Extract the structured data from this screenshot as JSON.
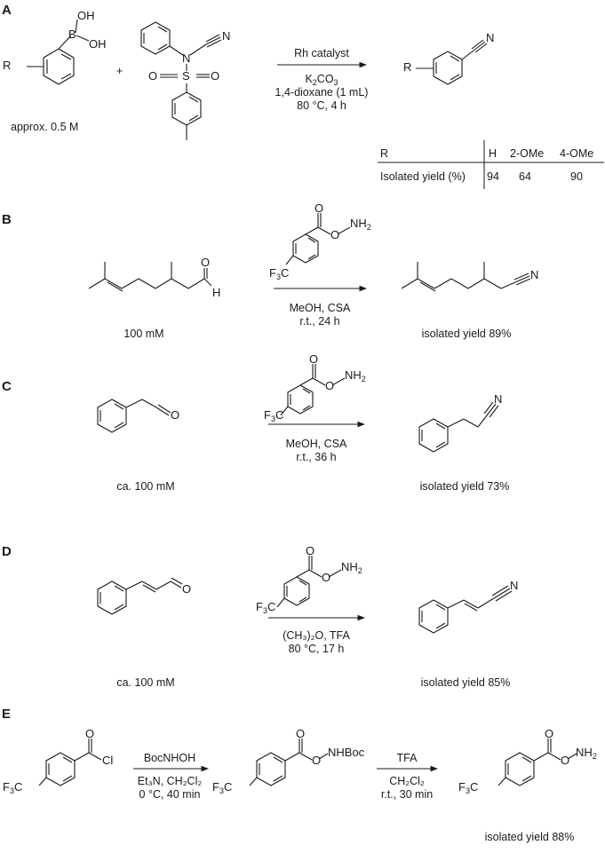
{
  "panels": {
    "A": {
      "letter": "A",
      "reagent_label": "approx. 0.5 M",
      "plus": "+",
      "conditions": {
        "catalyst": "Rh catalyst",
        "base_main": "K",
        "base_sub2": "2",
        "base_end": "CO",
        "base_sub3": "3",
        "solvent": "1,4-dioxane (1 mL)",
        "temp_time": "80 °C, 4 h"
      },
      "table": {
        "header": [
          "R",
          "H",
          "2-OMe",
          "4-OMe"
        ],
        "row_label": "Isolated yield (%)",
        "values": [
          "94",
          "64",
          "90"
        ]
      }
    },
    "B": {
      "letter": "B",
      "substrate_label": "100 mM",
      "conditions": {
        "line1": "MeOH, CSA",
        "line2": "r.t., 24 h"
      },
      "product_label": "isolated yield 89%"
    },
    "C": {
      "letter": "C",
      "substrate_label": "ca. 100 mM",
      "conditions": {
        "line1": "MeOH, CSA",
        "line2": "r.t., 36 h"
      },
      "product_label": "isolated yield 73%"
    },
    "D": {
      "letter": "D",
      "substrate_label": "ca. 100 mM",
      "conditions": {
        "line1": "(CH₃)₂O, TFA",
        "line2": "80 °C, 17 h"
      },
      "product_label": "isolated yield 85%"
    },
    "E": {
      "letter": "E",
      "step1": {
        "above": "BocNHOH",
        "line1": "Et₃N, CH₂Cl₂",
        "line2": "0 °C, 40 min"
      },
      "step2": {
        "above": "TFA",
        "line1": "CH₂Cl₂",
        "line2": "r.t., 30 min"
      },
      "product_label": "isolated yield 88%"
    }
  },
  "atoms": {
    "boron": "B",
    "oh": "OH",
    "n": "N",
    "s": "S",
    "o": "O",
    "r": "R",
    "h": "H",
    "cl": "Cl",
    "nh2_main": "NH",
    "nh2_sub": "2",
    "nhboc": "NHBoc",
    "f3c_main": "F",
    "f3c_sub": "3",
    "f3c_end": "C"
  }
}
